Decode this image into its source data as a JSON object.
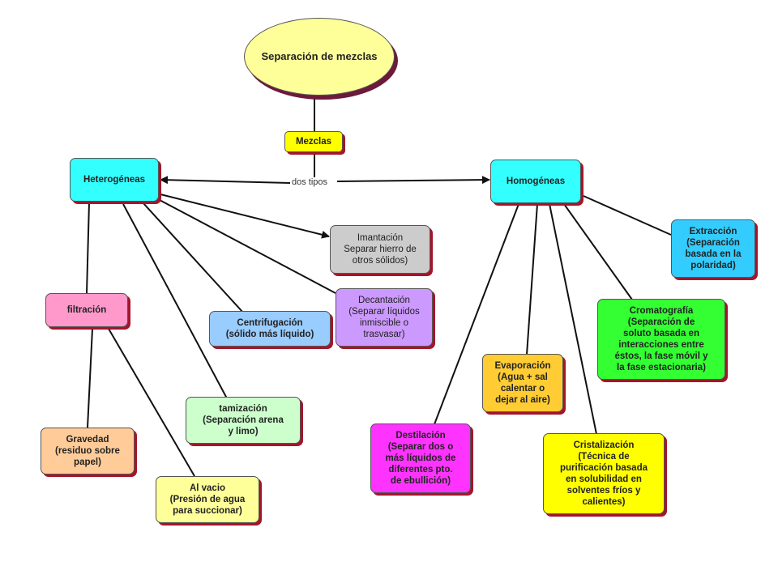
{
  "colors": {
    "yellow": "#ffff99",
    "yellow_bright": "#ffff00",
    "cyan": "#33ffff",
    "pink": "#ff99cc",
    "blue": "#99ccff",
    "gray": "#cccccc",
    "lavender": "#cc99ff",
    "green_light": "#ccffcc",
    "peach": "#ffcc99",
    "orange": "#ffcc33",
    "magenta": "#ff33ff",
    "green": "#33ff33",
    "shadow": "#a5152a",
    "line": "#111111"
  },
  "nodes": {
    "root": "Separación de mezclas",
    "mezclas": "Mezclas",
    "heterogeneas": "Heterogéneas",
    "homogeneas": "Homogéneas",
    "imantacion": "Imantación\nSeparar hierro de\notros sólidos)",
    "decantacion": "Decantación\n(Separar líquidos\ninmiscible o\ntrasvasar)",
    "centrifugacion": "Centrifugación\n(sólido más líquido)",
    "filtracion": "filtración",
    "tamizacion": "tamización\n(Separación arena\ny limo)",
    "gravedad": "Gravedad\n(residuo sobre\npapel)",
    "al_vacio": "Al vacio\n(Presión de agua\npara succionar)",
    "extraccion": "Extracción\n(Separación\nbasada en la\npolaridad)",
    "cromatografia": "Cromatografía\n(Separación de\nsoluto basada en\ninteracciones entre\néstos, la fase móvil y\nla fase estacionaria)",
    "evaporacion": "Evaporación\n(Agua + sal\ncalentar o\ndejar al aire)",
    "destilacion": "Destilación\n(Separar dos o\nmás líquidos de\ndiferentes pto.\nde ebullición)",
    "cristalizacion": "Cristalización\n(Técnica de\npurificación basada\nen solubilidad en\nsolventes fríos y\ncalientes)"
  },
  "link_labels": {
    "dos_tipos": "dos tipos"
  }
}
